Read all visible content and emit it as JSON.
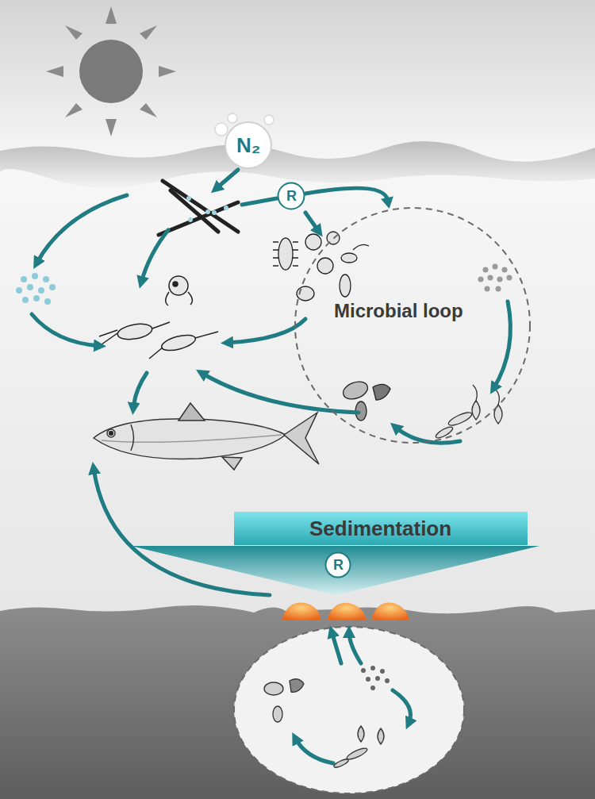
{
  "diagram": {
    "nodes": [
      {
        "text": [
          "N₂"
        ]
      },
      {
        "text": [
          "R"
        ]
      },
      {
        "text": [
          "Microbial loop"
        ]
      },
      {
        "text": [
          "Sedimentation"
        ]
      },
      {
        "text": [
          "R"
        ],
        "in": 3
      }
    ],
    "edges": [
      {
        "from": 1,
        "to": 2,
        "arrow": "to"
      }
    ]
  }
}
